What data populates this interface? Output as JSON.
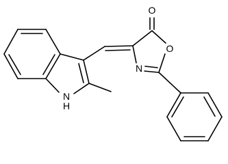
{
  "molecule": {
    "atoms": {
      "carbonyl_oxygen": "O",
      "ring_oxygen": "O",
      "ring_nitrogen": "N",
      "indole_nh": "N",
      "indole_h": "H"
    }
  }
}
